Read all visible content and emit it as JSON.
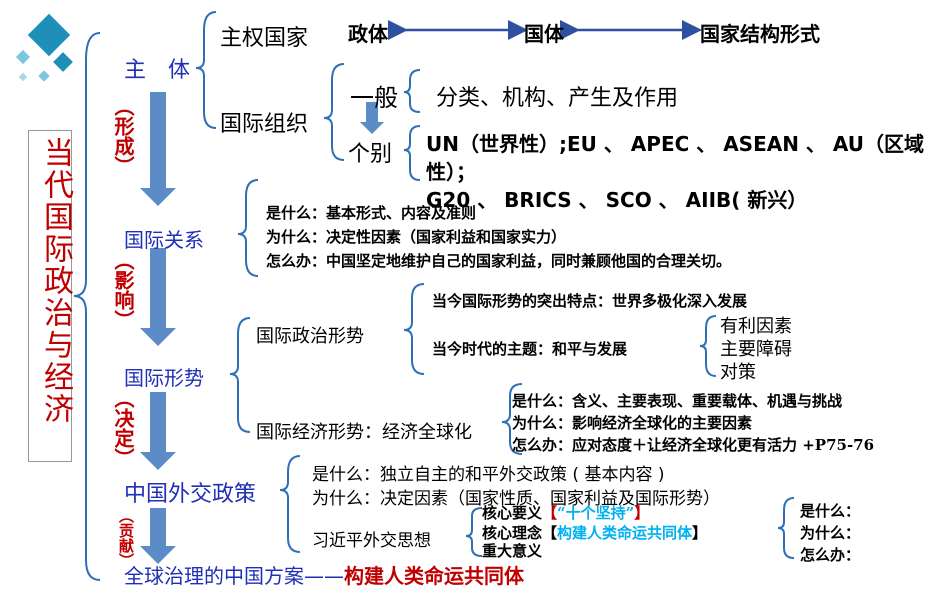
{
  "title_vertical": "当代国际政治与经济",
  "left_chain": {
    "zhuti": "主　体",
    "formation": "（形成）",
    "relations": "国际关系",
    "influence": "（影响）",
    "situation": "国际形势",
    "decide": "（决定）",
    "policy": "中国外交政策",
    "contribute": "（贡献）",
    "governance": "全球治理的中国方案——",
    "governance_red": "构建人类命运共同体"
  },
  "zhuti_branch": {
    "sovereign": "主权国家",
    "zhengti": "政体",
    "guoti": "国体",
    "structure": "国家结构形式",
    "intl_org": "国际组织",
    "general": "一般",
    "general_items": "分类、机构、产生及作用",
    "specific": "个别",
    "specific_line1": "UN（世界性）;EU 、 APEC 、 ASEAN 、 AU（区域",
    "specific_line2": "性）；",
    "specific_line3": "G20 、 BRICS 、 SCO 、 AIIB( 新兴）"
  },
  "relations_branch": {
    "what": "是什么：基本形式、内容及准则",
    "why": "为什么：决定性因素（国家利益和国家实力）",
    "how": "怎么办：中国坚定地维护自己的国家利益，同时兼顾他国的合理关切。"
  },
  "situation_branch": {
    "political": "国际政治形势",
    "feature": "当今国际形势的突出特点：世界多极化深入发展",
    "theme": "当今时代的主题：和平与发展",
    "favorable": "有利因素",
    "obstacles": "主要障碍",
    "measures": "对策",
    "economic": "国际经济形势：经济全球化",
    "econ_what": "是什么：含义、主要表现、重要载体、机遇与挑战",
    "econ_why": "为什么：影响经济全球化的主要因素",
    "econ_how": "怎么办：应对态度＋让经济全球化更有活力 +P75-76"
  },
  "policy_branch": {
    "what": "是什么：独立自主的和平外交政策 ( 基本内容 )",
    "why": "为什么：决定因素（国家性质、国家利益及国际形势）",
    "xi": "习近平外交思想",
    "core_req": "核心要义",
    "core_req_val": "“十个坚持”",
    "core_idea": "核心理念",
    "core_idea_val": "构建人类命运共同体",
    "significance": "重大意义",
    "q_what": "是什么：",
    "q_why": "为什么：",
    "q_how": "怎么办："
  },
  "colors": {
    "blue_text": "#1f2fb8",
    "red_text": "#c00000",
    "cyan_text": "#00b0f0",
    "arrow": "#5b8cc8",
    "bracket": "#2f6fb5"
  }
}
